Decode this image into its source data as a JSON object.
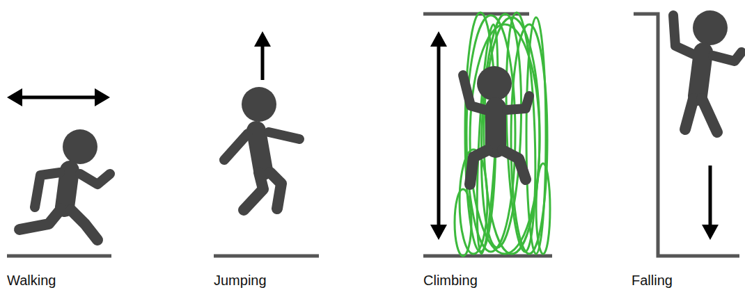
{
  "diagram": {
    "labels": [
      "Walking",
      "Jumping",
      "Climbing",
      "Falling"
    ]
  }
}
